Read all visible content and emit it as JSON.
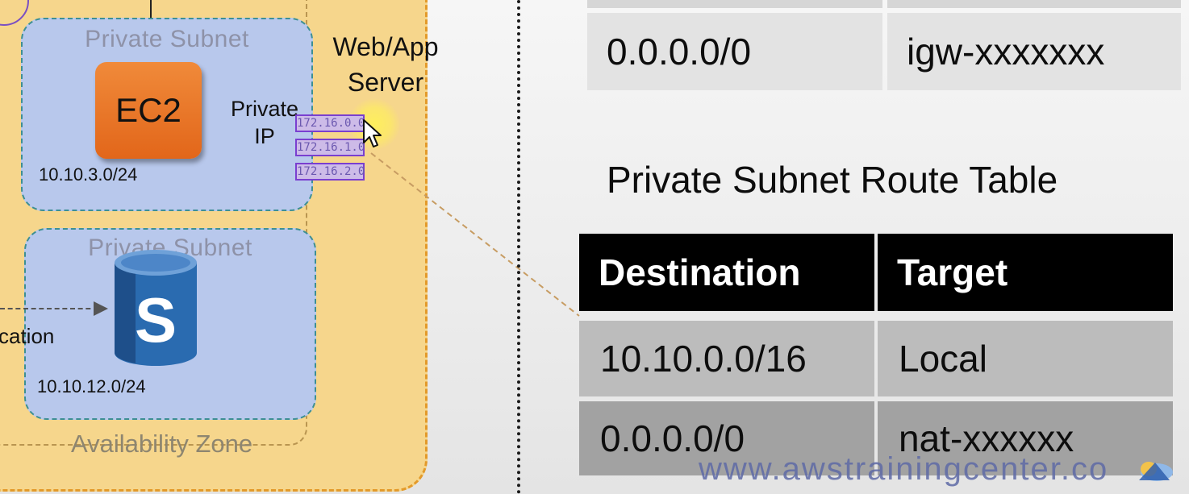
{
  "diagram": {
    "subnet_top": {
      "title": "Private Subnet",
      "cidr": "10.10.3.0/24",
      "instance_label": "EC2"
    },
    "subnet_bottom": {
      "title": "Private Subnet",
      "cidr": "10.10.12.0/24",
      "db_label": "S"
    },
    "availability_zone_label": "Availability Zone",
    "server_label_line1": "Web/App",
    "server_label_line2": "Server",
    "private_ip_line1": "Private",
    "private_ip_line2": "IP",
    "ip_addresses": [
      "172.16.0.0",
      "172.16.1.0",
      "172.16.2.0"
    ],
    "truncated_label": "cation"
  },
  "public_table_row": {
    "destination": "0.0.0.0/0",
    "target": "igw-xxxxxxx"
  },
  "private_route_table": {
    "title": "Private Subnet Route Table",
    "headers": {
      "destination": "Destination",
      "target": "Target"
    },
    "rows": [
      {
        "destination": "10.10.0.0/16",
        "target": "Local"
      },
      {
        "destination": "0.0.0.0/0",
        "target": "nat-xxxxxx"
      }
    ]
  },
  "watermark": "www.awstrainingcenter.co",
  "colors": {
    "availability_zone_fill": "#f6d68c",
    "subnet_fill": "#b8c8ec",
    "ec2_orange": "#e2661a",
    "db_blue": "#2a6bb0",
    "table_header": "#000000"
  }
}
